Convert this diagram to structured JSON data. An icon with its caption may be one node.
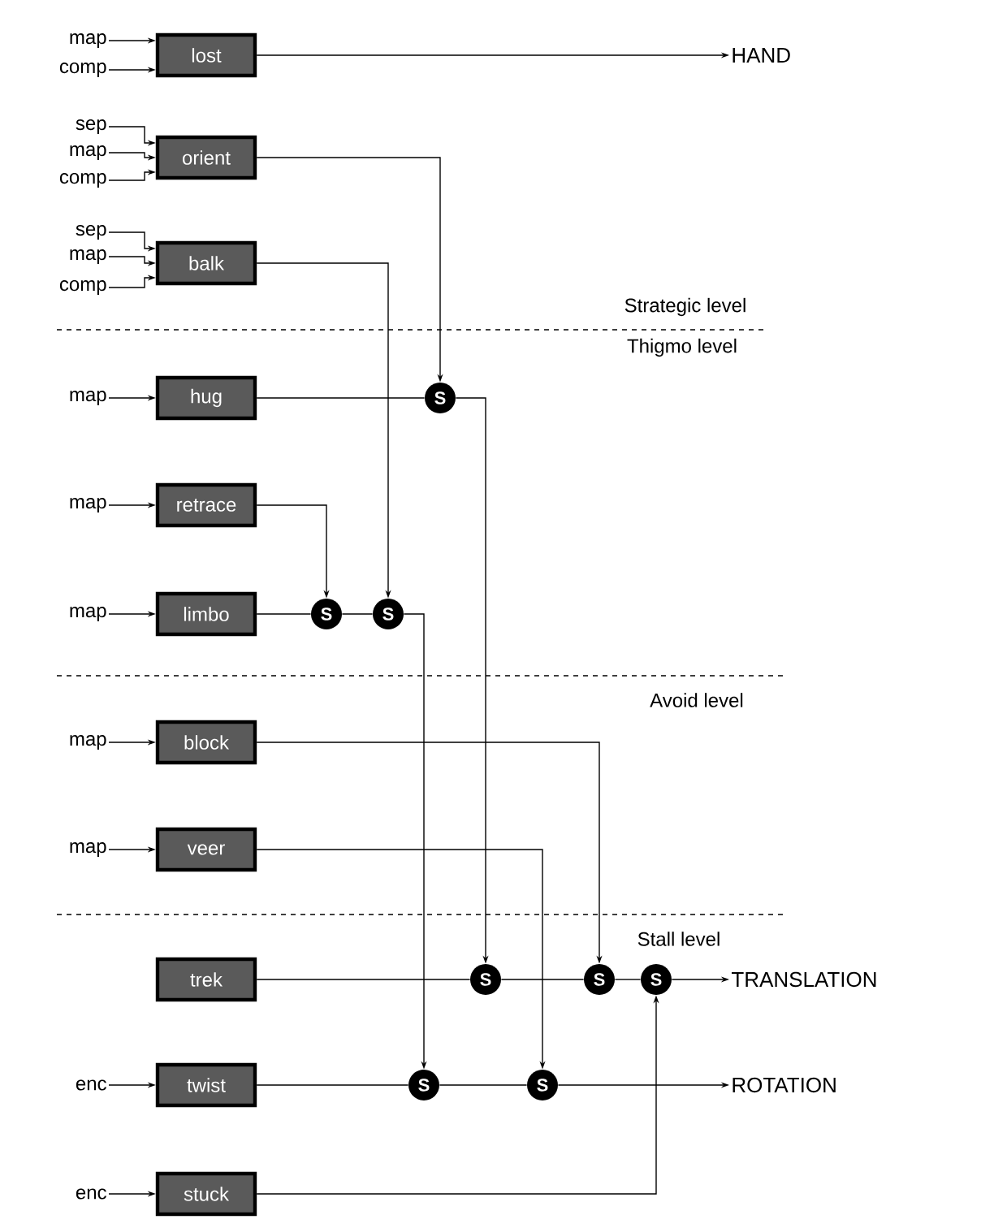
{
  "diagram": {
    "nodes": [
      {
        "text": [
          "map"
        ]
      },
      {
        "text": [
          "comp"
        ]
      },
      {
        "text": [
          "lost"
        ]
      },
      {
        "text": [
          "HAND"
        ]
      },
      {
        "text": [
          "sep"
        ]
      },
      {
        "text": [
          "map"
        ]
      },
      {
        "text": [
          "comp"
        ]
      },
      {
        "text": [
          "orient"
        ]
      },
      {
        "text": [
          "sep"
        ]
      },
      {
        "text": [
          "map"
        ]
      },
      {
        "text": [
          "comp"
        ]
      },
      {
        "text": [
          "balk"
        ]
      },
      {
        "text": [
          "map"
        ]
      },
      {
        "text": [
          "hug"
        ]
      },
      {
        "text": [
          "S"
        ]
      },
      {
        "text": [
          "map"
        ]
      },
      {
        "text": [
          "retrace"
        ]
      },
      {
        "text": [
          "map"
        ]
      },
      {
        "text": [
          "limbo"
        ]
      },
      {
        "text": [
          "S"
        ]
      },
      {
        "text": [
          "S"
        ]
      },
      {
        "text": [
          "map"
        ]
      },
      {
        "text": [
          "block"
        ]
      },
      {
        "text": [
          "map"
        ]
      },
      {
        "text": [
          "veer"
        ]
      },
      {
        "text": [
          "trek"
        ]
      },
      {
        "text": [
          "S"
        ]
      },
      {
        "text": [
          "S"
        ]
      },
      {
        "text": [
          "S"
        ]
      },
      {
        "text": [
          "TRANSLATION"
        ]
      },
      {
        "text": [
          "enc"
        ]
      },
      {
        "text": [
          "twist"
        ]
      },
      {
        "text": [
          "S"
        ]
      },
      {
        "text": [
          "S"
        ]
      },
      {
        "text": [
          "ROTATION"
        ]
      },
      {
        "text": [
          "enc"
        ]
      },
      {
        "text": [
          "stuck"
        ]
      }
    ],
    "edges": [
      {
        "from": 0,
        "to": 2,
        "arrow": "to"
      },
      {
        "from": 1,
        "to": 2,
        "arrow": "to"
      },
      {
        "from": 2,
        "to": 3,
        "arrow": "to"
      },
      {
        "from": 4,
        "to": 7,
        "arrow": "to"
      },
      {
        "from": 5,
        "to": 7,
        "arrow": "to"
      },
      {
        "from": 6,
        "to": 7,
        "arrow": "to"
      },
      {
        "from": 7,
        "to": 14,
        "arrow": "to"
      },
      {
        "from": 8,
        "to": 11,
        "arrow": "to"
      },
      {
        "from": 9,
        "to": 11,
        "arrow": "to"
      },
      {
        "from": 10,
        "to": 11,
        "arrow": "to"
      },
      {
        "from": 11,
        "to": 20,
        "arrow": "to"
      },
      {
        "from": 12,
        "to": 13,
        "arrow": "to"
      },
      {
        "from": 13,
        "to": 14,
        "arrow": "none"
      },
      {
        "from": 14,
        "to": 26,
        "arrow": "to"
      },
      {
        "from": 15,
        "to": 16,
        "arrow": "to"
      },
      {
        "from": 16,
        "to": 19,
        "arrow": "to"
      },
      {
        "from": 17,
        "to": 18,
        "arrow": "to"
      },
      {
        "from": 18,
        "to": 19,
        "arrow": "none"
      },
      {
        "from": 19,
        "to": 20,
        "arrow": "none"
      },
      {
        "from": 20,
        "to": 32,
        "arrow": "to"
      },
      {
        "from": 21,
        "to": 22,
        "arrow": "to"
      },
      {
        "from": 22,
        "to": 27,
        "arrow": "to"
      },
      {
        "from": 23,
        "to": 24,
        "arrow": "to"
      },
      {
        "from": 24,
        "to": 33,
        "arrow": "to"
      },
      {
        "from": 25,
        "to": 26,
        "arrow": "none"
      },
      {
        "from": 26,
        "to": 27,
        "arrow": "none"
      },
      {
        "from": 27,
        "to": 28,
        "arrow": "none"
      },
      {
        "from": 28,
        "to": 29,
        "arrow": "to"
      },
      {
        "from": 30,
        "to": 31,
        "arrow": "to"
      },
      {
        "from": 31,
        "to": 32,
        "arrow": "none"
      },
      {
        "from": 32,
        "to": 33,
        "arrow": "none"
      },
      {
        "from": 33,
        "to": 34,
        "arrow": "to"
      },
      {
        "from": 35,
        "to": 36,
        "arrow": "to"
      },
      {
        "from": 36,
        "to": 28,
        "arrow": "to"
      }
    ],
    "labels": [
      "Strategic level",
      "Thigmo level",
      "Avoid level",
      "Stall level"
    ]
  }
}
